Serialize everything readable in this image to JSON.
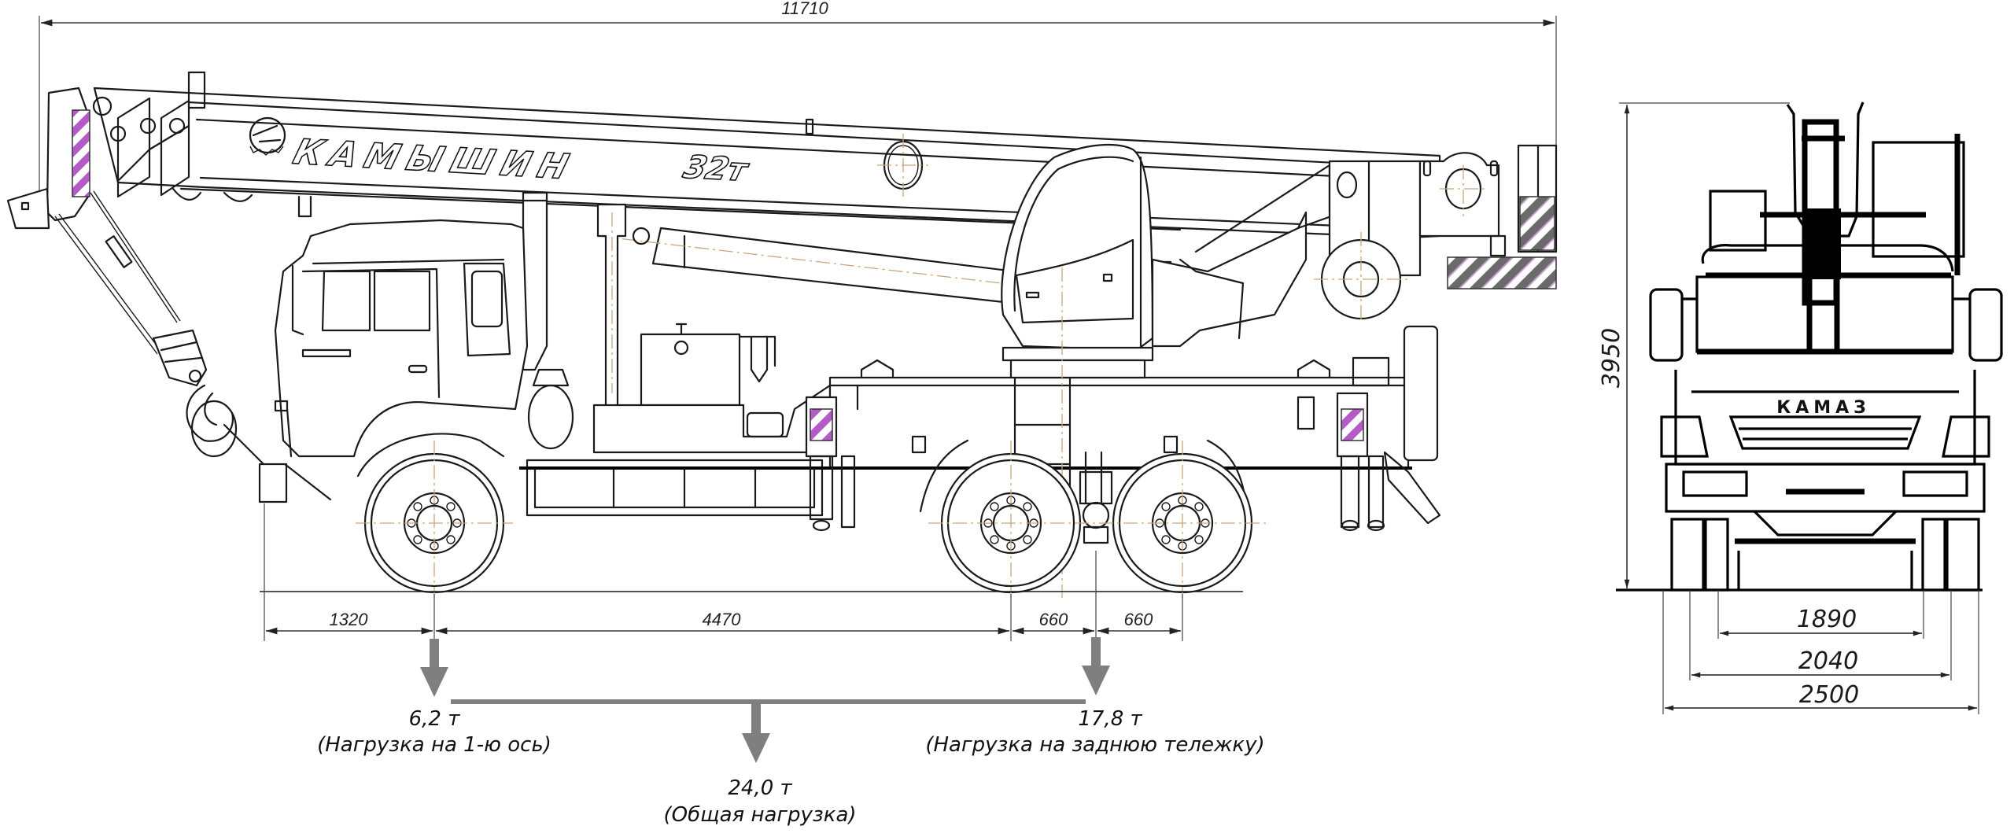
{
  "title": "Автокран КАМЫШИН 32т на шасси КАМАЗ — габаритный чертёж",
  "boom_branding": {
    "name": "КАМЫШИН",
    "capacity": "32т"
  },
  "front_view": {
    "grille_brand": "КАМАЗ"
  },
  "dimensions": {
    "overall_length": "11710",
    "overall_height": "3950",
    "front_overhang": "1320",
    "wheelbase_front_to_bogie": "4470",
    "bogie_front_half": "660",
    "bogie_rear_half": "660",
    "track_inner": "1890",
    "track_outer": "2040",
    "overall_width": "2500"
  },
  "loads": {
    "front_axle": {
      "value": "6,2 т",
      "label": "(Нагрузка на 1-ю ось)"
    },
    "rear_bogie": {
      "value": "17,8 т",
      "label": "(Нагрузка на заднюю тележку)"
    },
    "total": {
      "value": "24,0 т",
      "label": "(Общая нагрузка)"
    }
  },
  "colors": {
    "line": "#1a1a1a",
    "load_arrow": "#7f7f7f",
    "axis_line": "#c9a77a",
    "warning_hatch": "#b050c0"
  }
}
